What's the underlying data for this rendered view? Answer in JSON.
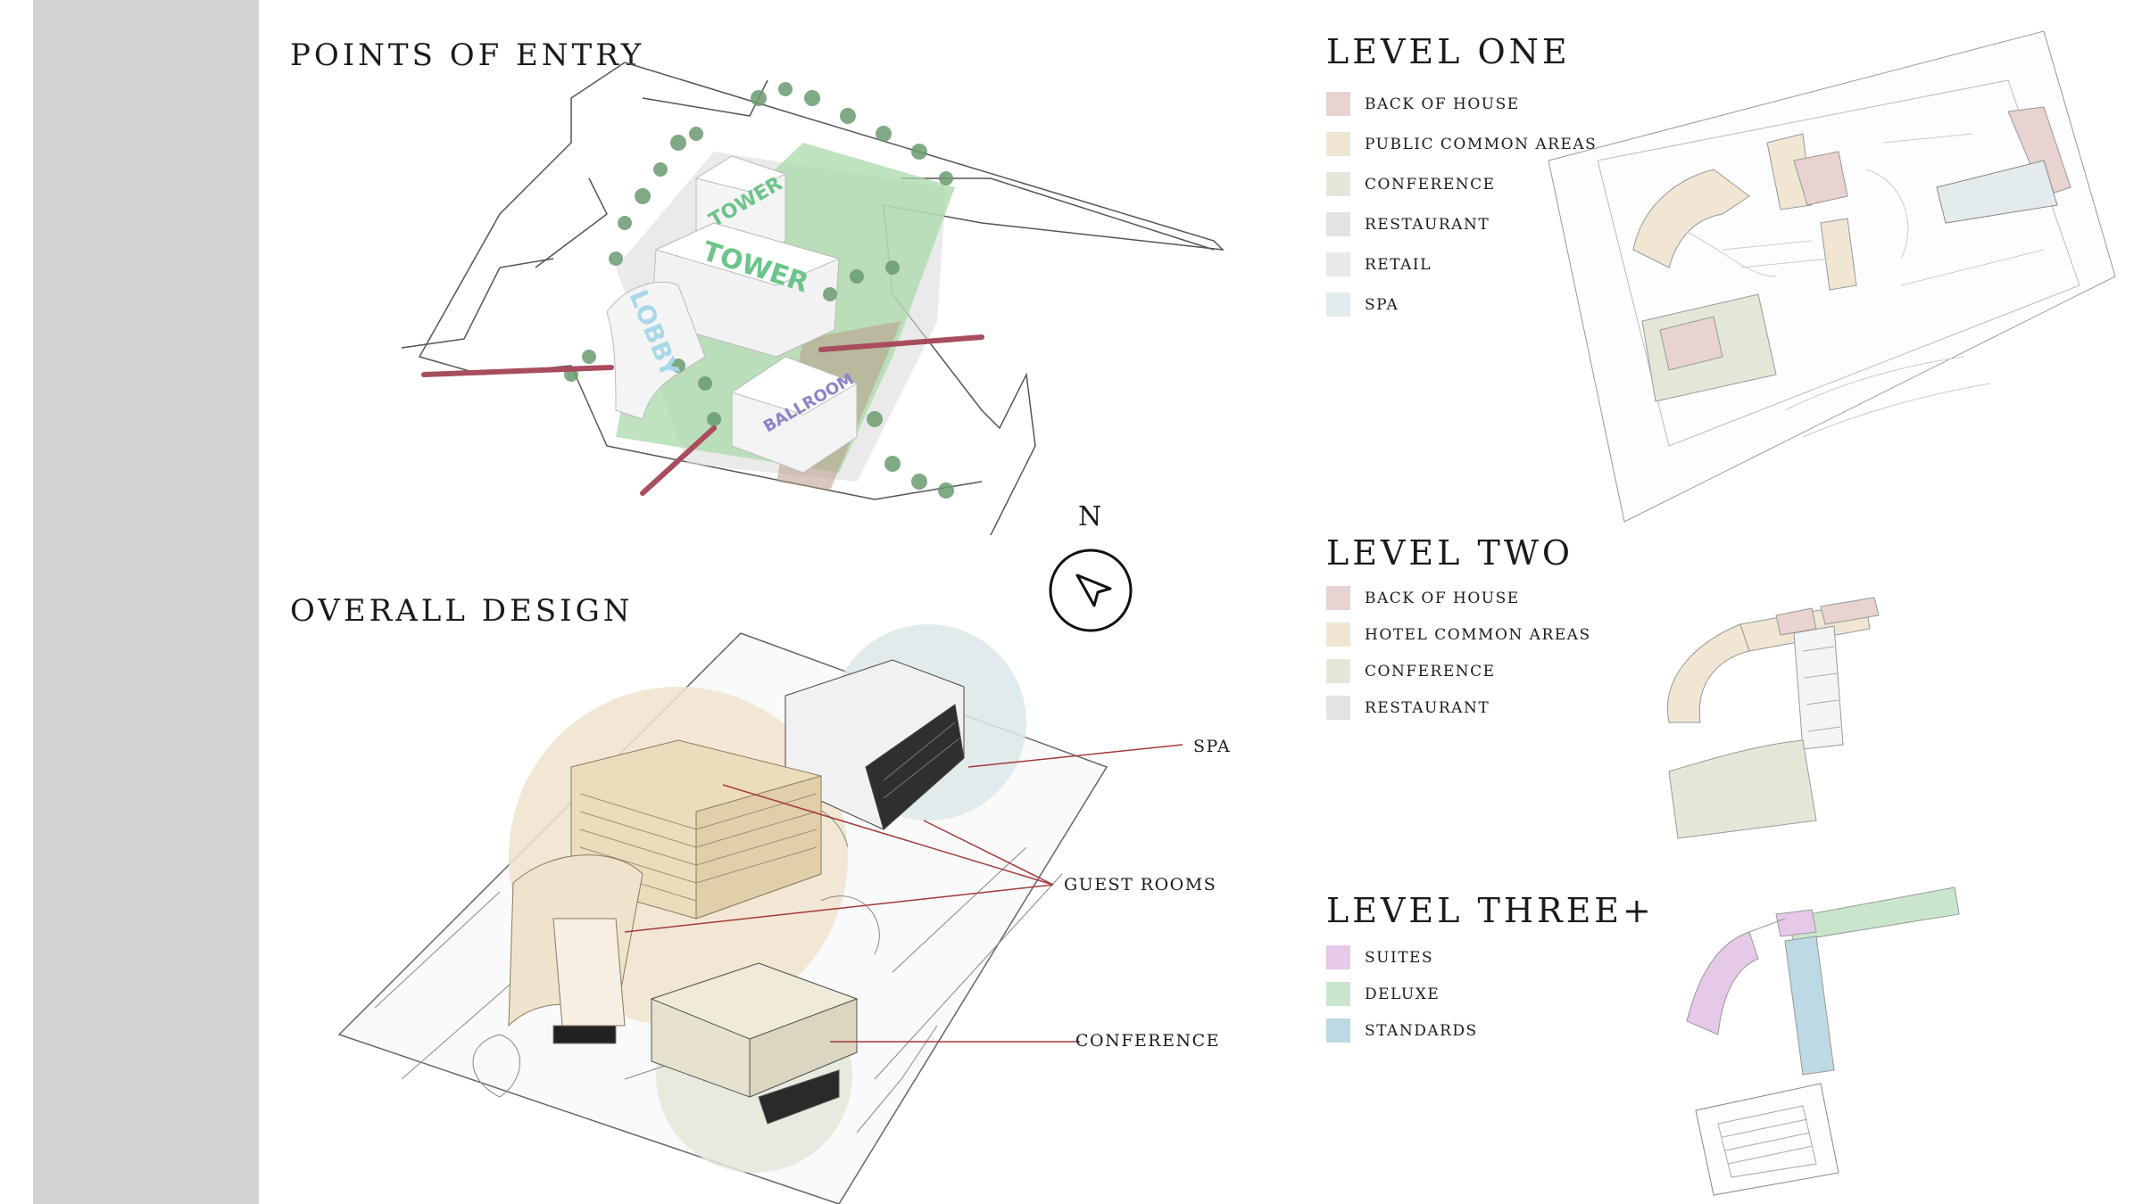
{
  "sections": {
    "points_of_entry": "POINTS OF ENTRY",
    "overall_design": "OVERALL DESIGN"
  },
  "massing_labels": {
    "tower_back": "TOWER",
    "tower_front": "TOWER",
    "lobby": "LOBBY",
    "ballroom": "BALLROOM"
  },
  "compass": {
    "label": "N"
  },
  "callouts": {
    "spa": "SPA",
    "guest_rooms": "GUEST ROOMS",
    "conference": "CONFERENCE"
  },
  "levels": [
    {
      "title": "LEVEL ONE",
      "legend": [
        {
          "label": "BACK OF HOUSE",
          "color": "#e8d3d0"
        },
        {
          "label": "PUBLIC COMMON AREAS",
          "color": "#f1e6d3"
        },
        {
          "label": "CONFERENCE",
          "color": "#e4e7d8"
        },
        {
          "label": "RESTAURANT",
          "color": "#e4e3e1"
        },
        {
          "label": "RETAIL",
          "color": "#e9e9e9"
        },
        {
          "label": "SPA",
          "color": "#e3ebec"
        }
      ]
    },
    {
      "title": "LEVEL TWO",
      "legend": [
        {
          "label": "BACK OF HOUSE",
          "color": "#e8d3d0"
        },
        {
          "label": "HOTEL COMMON AREAS",
          "color": "#f1e6d3"
        },
        {
          "label": "CONFERENCE",
          "color": "#e4e7d8"
        },
        {
          "label": "RESTAURANT",
          "color": "#e4e3e1"
        }
      ]
    },
    {
      "title": "LEVEL THREE+",
      "legend": [
        {
          "label": "SUITES",
          "color": "#e6c8e8"
        },
        {
          "label": "DELUXE",
          "color": "#c9e6cc"
        },
        {
          "label": "STANDARDS",
          "color": "#bdd9e3"
        }
      ]
    }
  ],
  "colors": {
    "sidebar": "#d3d3d3",
    "entry_arrow": "#a84d5e",
    "callout_line": "#a33a3a",
    "green_zone": "#a9d9aa",
    "tower_text": "#6cc48a",
    "lobby_text": "#a8d8e8",
    "ballroom_text": "#8a84c8"
  }
}
